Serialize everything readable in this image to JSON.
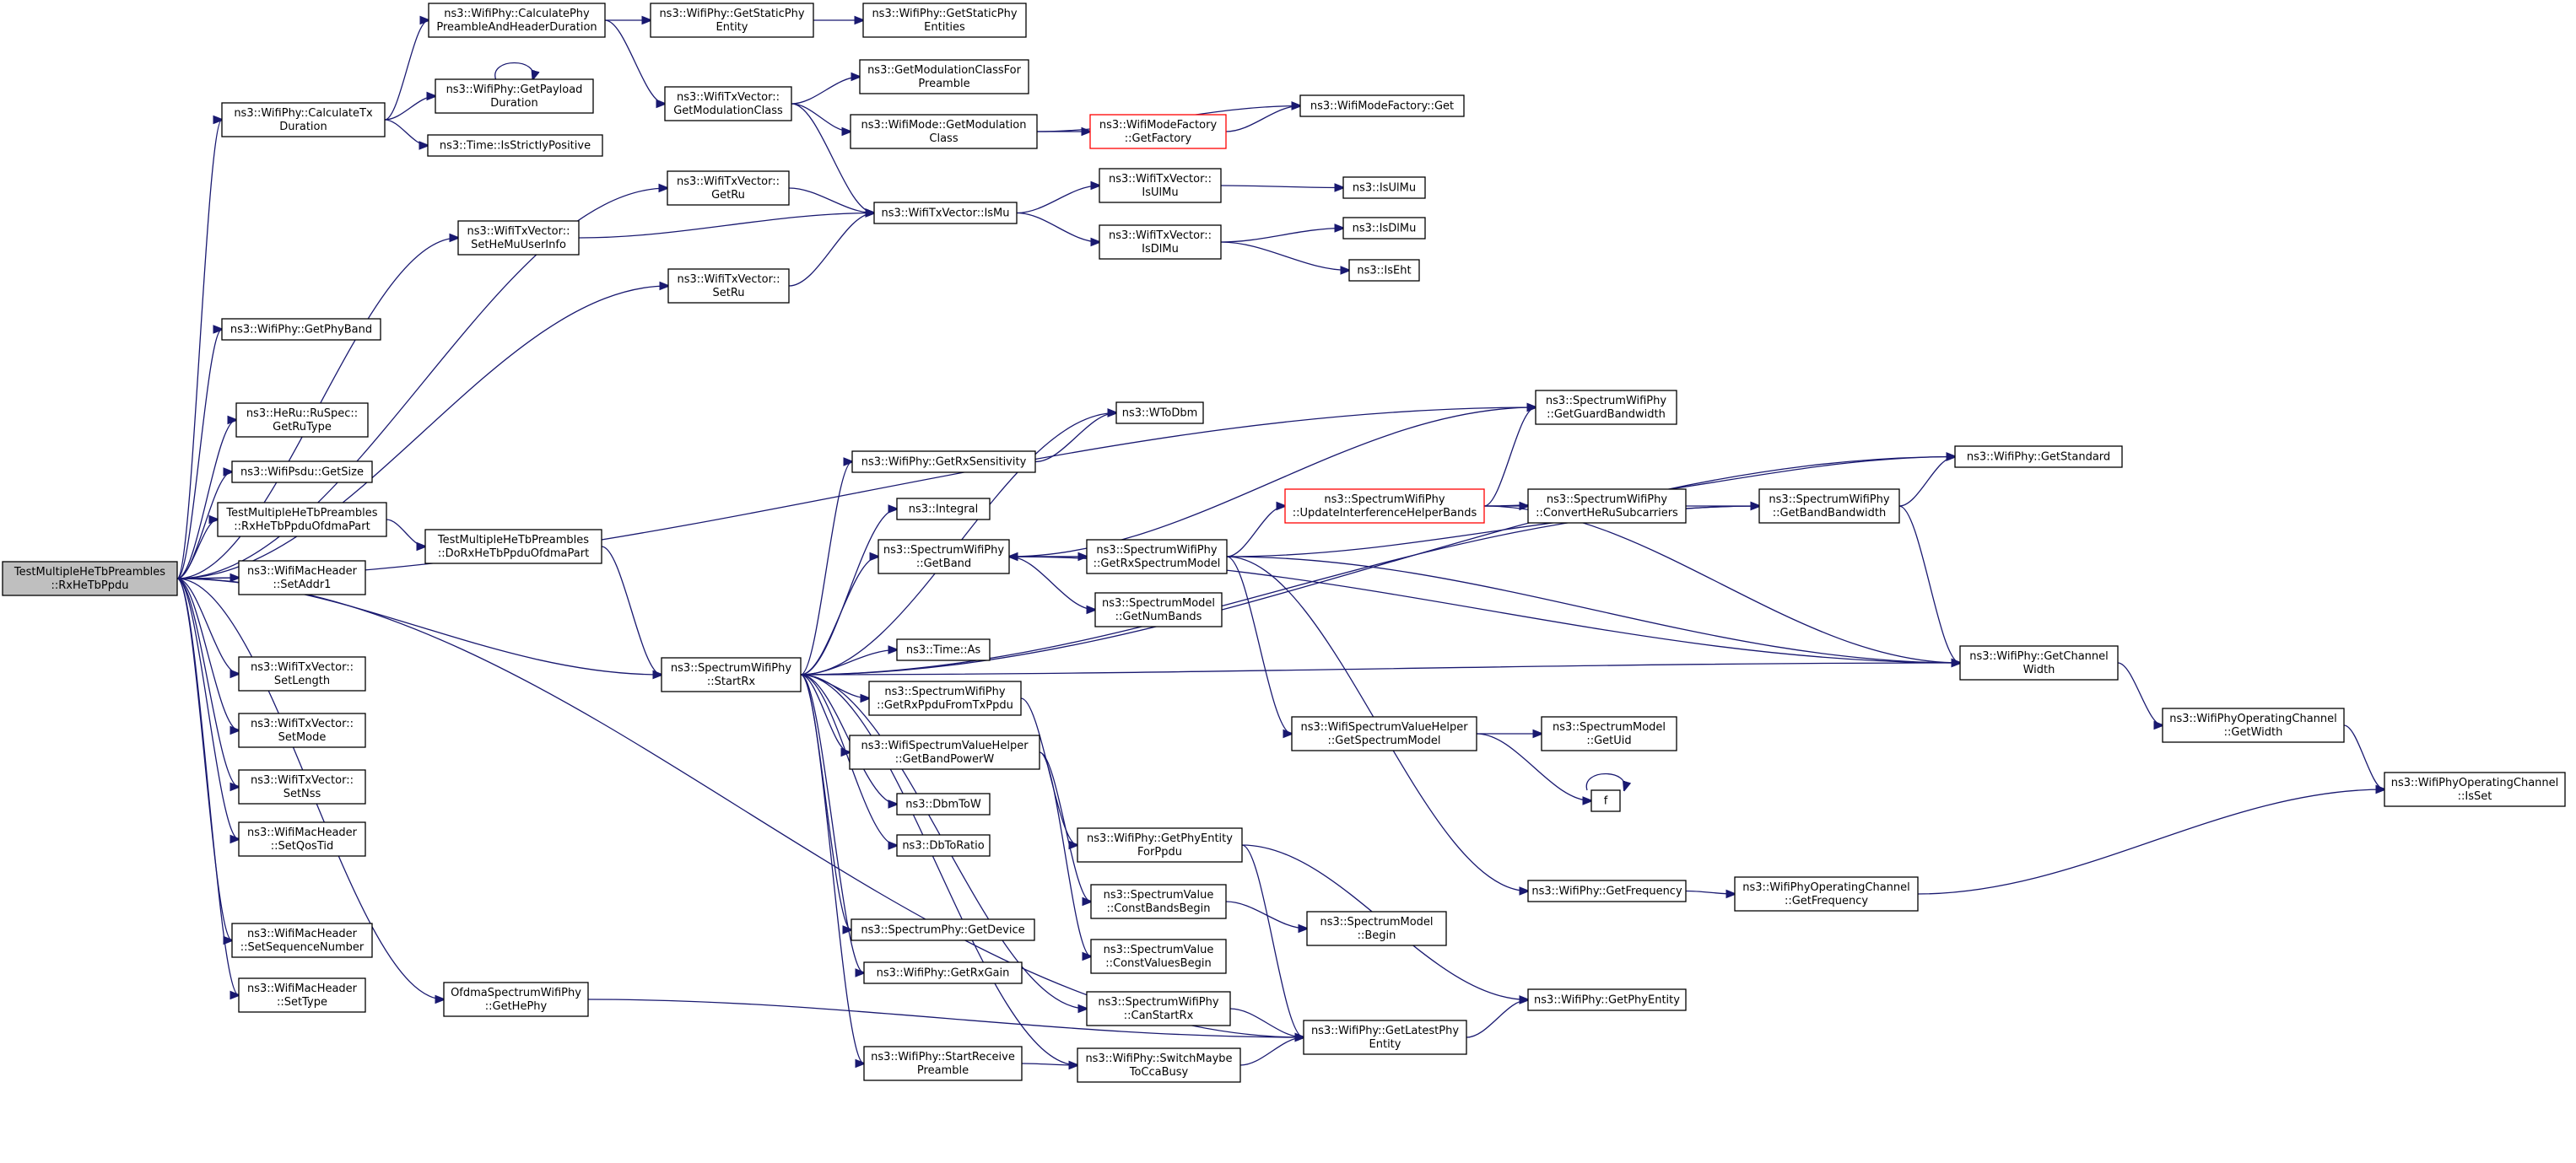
{
  "graph": {
    "root": "root",
    "colors": {
      "edge": "#191970",
      "node_border": "#000000",
      "root_fill": "#bfbfbf",
      "highlight_border": "#ff0000"
    },
    "nodes": [
      {
        "id": "root",
        "lines": [
          "TestMultipleHeTbPreambles",
          "::RxHeTbPpdu"
        ],
        "style": "root"
      },
      {
        "id": "calcTxDur",
        "lines": [
          "ns3::WifiPhy::CalculateTx",
          "Duration"
        ]
      },
      {
        "id": "calcPhyPre",
        "lines": [
          "ns3::WifiPhy::CalculatePhy",
          "PreambleAndHeaderDuration"
        ]
      },
      {
        "id": "getStaticEntity",
        "lines": [
          "ns3::WifiPhy::GetStaticPhy",
          "Entity"
        ]
      },
      {
        "id": "getStaticEntities",
        "lines": [
          "ns3::WifiPhy::GetStaticPhy",
          "Entities"
        ]
      },
      {
        "id": "getPayloadDur",
        "lines": [
          "ns3::WifiPhy::GetPayload",
          "Duration"
        ]
      },
      {
        "id": "isStrictlyPos",
        "lines": [
          "ns3::Time::IsStrictlyPositive"
        ]
      },
      {
        "id": "getModClassTx",
        "lines": [
          "ns3::WifiTxVector::",
          "GetModulationClass"
        ]
      },
      {
        "id": "getModClassForPre",
        "lines": [
          "ns3::GetModulationClassFor",
          "Preamble"
        ]
      },
      {
        "id": "wifiModeGetModClass",
        "lines": [
          "ns3::WifiMode::GetModulation",
          "Class"
        ]
      },
      {
        "id": "wifiModeFactoryGetFactory",
        "lines": [
          "ns3::WifiModeFactory",
          "::GetFactory"
        ],
        "style": "red"
      },
      {
        "id": "wifiModeFactoryGet",
        "lines": [
          "ns3::WifiModeFactory::Get"
        ]
      },
      {
        "id": "getRu",
        "lines": [
          "ns3::WifiTxVector::",
          "GetRu"
        ]
      },
      {
        "id": "isMu",
        "lines": [
          "ns3::WifiTxVector::IsMu"
        ]
      },
      {
        "id": "isUlMuTx",
        "lines": [
          "ns3::WifiTxVector::",
          "IsUlMu"
        ]
      },
      {
        "id": "isUlMu",
        "lines": [
          "ns3::IsUlMu"
        ]
      },
      {
        "id": "isDlMuTx",
        "lines": [
          "ns3::WifiTxVector::",
          "IsDlMu"
        ]
      },
      {
        "id": "isDlMu",
        "lines": [
          "ns3::IsDlMu"
        ]
      },
      {
        "id": "isEht",
        "lines": [
          "ns3::IsEht"
        ]
      },
      {
        "id": "setHeMuUserInfo",
        "lines": [
          "ns3::WifiTxVector::",
          "SetHeMuUserInfo"
        ]
      },
      {
        "id": "setRu",
        "lines": [
          "ns3::WifiTxVector::",
          "SetRu"
        ]
      },
      {
        "id": "getPhyBand",
        "lines": [
          "ns3::WifiPhy::GetPhyBand"
        ]
      },
      {
        "id": "getRuType",
        "lines": [
          "ns3::HeRu::RuSpec::",
          "GetRuType"
        ]
      },
      {
        "id": "psduGetSize",
        "lines": [
          "ns3::WifiPsdu::GetSize"
        ]
      },
      {
        "id": "rxHeTbOfdma",
        "lines": [
          "TestMultipleHeTbPreambles",
          "::RxHeTbPpduOfdmaPart"
        ]
      },
      {
        "id": "doRxHeTbOfdma",
        "lines": [
          "TestMultipleHeTbPreambles",
          "::DoRxHeTbPpduOfdmaPart"
        ]
      },
      {
        "id": "setAddr1",
        "lines": [
          "ns3::WifiMacHeader",
          "::SetAddr1"
        ]
      },
      {
        "id": "startRx",
        "lines": [
          "ns3::SpectrumWifiPhy",
          "::StartRx"
        ]
      },
      {
        "id": "setLength",
        "lines": [
          "ns3::WifiTxVector::",
          "SetLength"
        ]
      },
      {
        "id": "setMode",
        "lines": [
          "ns3::WifiTxVector::",
          "SetMode"
        ]
      },
      {
        "id": "setNss",
        "lines": [
          "ns3::WifiTxVector::",
          "SetNss"
        ]
      },
      {
        "id": "setQosTid",
        "lines": [
          "ns3::WifiMacHeader",
          "::SetQosTid"
        ]
      },
      {
        "id": "setSeqNum",
        "lines": [
          "ns3::WifiMacHeader",
          "::SetSequenceNumber"
        ]
      },
      {
        "id": "setType",
        "lines": [
          "ns3::WifiMacHeader",
          "::SetType"
        ]
      },
      {
        "id": "ofdmaGetHePhy",
        "lines": [
          "OfdmaSpectrumWifiPhy",
          "::GetHePhy"
        ]
      },
      {
        "id": "wToDbm",
        "lines": [
          "ns3::WToDbm"
        ]
      },
      {
        "id": "getRxSens",
        "lines": [
          "ns3::WifiPhy::GetRxSensitivity"
        ]
      },
      {
        "id": "integral",
        "lines": [
          "ns3::Integral"
        ]
      },
      {
        "id": "getBand",
        "lines": [
          "ns3::SpectrumWifiPhy",
          "::GetBand"
        ]
      },
      {
        "id": "getRxSpecModel",
        "lines": [
          "ns3::SpectrumWifiPhy",
          "::GetRxSpectrumModel"
        ]
      },
      {
        "id": "getNumBands",
        "lines": [
          "ns3::SpectrumModel",
          "::GetNumBands"
        ]
      },
      {
        "id": "updateIntf",
        "lines": [
          "ns3::SpectrumWifiPhy",
          "::UpdateInterferenceHelperBands"
        ],
        "style": "red"
      },
      {
        "id": "getGuardBw",
        "lines": [
          "ns3::SpectrumWifiPhy",
          "::GetGuardBandwidth"
        ]
      },
      {
        "id": "convertHeRu",
        "lines": [
          "ns3::SpectrumWifiPhy",
          "::ConvertHeRuSubcarriers"
        ]
      },
      {
        "id": "getBandBw",
        "lines": [
          "ns3::SpectrumWifiPhy",
          "::GetBandBandwidth"
        ]
      },
      {
        "id": "getStandard",
        "lines": [
          "ns3::WifiPhy::GetStandard"
        ]
      },
      {
        "id": "getChannelWidth",
        "lines": [
          "ns3::WifiPhy::GetChannel",
          "Width"
        ]
      },
      {
        "id": "opChGetWidth",
        "lines": [
          "ns3::WifiPhyOperatingChannel",
          "::GetWidth"
        ]
      },
      {
        "id": "opChIsSet",
        "lines": [
          "ns3::WifiPhyOperatingChannel",
          "::IsSet"
        ]
      },
      {
        "id": "timeAs",
        "lines": [
          "ns3::Time::As"
        ]
      },
      {
        "id": "getRxPpdu",
        "lines": [
          "ns3::SpectrumWifiPhy",
          "::GetRxPpduFromTxPpdu"
        ]
      },
      {
        "id": "getBandPowerW",
        "lines": [
          "ns3::WifiSpectrumValueHelper",
          "::GetBandPowerW"
        ]
      },
      {
        "id": "getSpecModelHelper",
        "lines": [
          "ns3::WifiSpectrumValueHelper",
          "::GetSpectrumModel"
        ]
      },
      {
        "id": "getUid",
        "lines": [
          "ns3::SpectrumModel",
          "::GetUid"
        ]
      },
      {
        "id": "fNode",
        "lines": [
          "f"
        ]
      },
      {
        "id": "dbmToW",
        "lines": [
          "ns3::DbmToW"
        ]
      },
      {
        "id": "dbToRatio",
        "lines": [
          "ns3::DbToRatio"
        ]
      },
      {
        "id": "getPhyEntityForPpdu",
        "lines": [
          "ns3::WifiPhy::GetPhyEntity",
          "ForPpdu"
        ]
      },
      {
        "id": "constBandsBegin",
        "lines": [
          "ns3::SpectrumValue",
          "::ConstBandsBegin"
        ]
      },
      {
        "id": "specModelBegin",
        "lines": [
          "ns3::SpectrumModel",
          "::Begin"
        ]
      },
      {
        "id": "constValuesBegin",
        "lines": [
          "ns3::SpectrumValue",
          "::ConstValuesBegin"
        ]
      },
      {
        "id": "getFrequency",
        "lines": [
          "ns3::WifiPhy::GetFrequency"
        ]
      },
      {
        "id": "opChGetFreq",
        "lines": [
          "ns3::WifiPhyOperatingChannel",
          "::GetFrequency"
        ]
      },
      {
        "id": "specPhyGetDevice",
        "lines": [
          "ns3::SpectrumPhy::GetDevice"
        ]
      },
      {
        "id": "getRxGain",
        "lines": [
          "ns3::WifiPhy::GetRxGain"
        ]
      },
      {
        "id": "canStartRx",
        "lines": [
          "ns3::SpectrumWifiPhy",
          "::CanStartRx"
        ]
      },
      {
        "id": "getPhyEntity",
        "lines": [
          "ns3::WifiPhy::GetPhyEntity"
        ]
      },
      {
        "id": "getLatestPhyEntity",
        "lines": [
          "ns3::WifiPhy::GetLatestPhy",
          "Entity"
        ]
      },
      {
        "id": "startRecvPre",
        "lines": [
          "ns3::WifiPhy::StartReceive",
          "Preamble"
        ]
      },
      {
        "id": "switchMaybeCca",
        "lines": [
          "ns3::WifiPhy::SwitchMaybe",
          "ToCcaBusy"
        ]
      }
    ],
    "edges": [
      [
        "root",
        "calcTxDur"
      ],
      [
        "root",
        "getRu"
      ],
      [
        "root",
        "setHeMuUserInfo"
      ],
      [
        "root",
        "setRu"
      ],
      [
        "root",
        "getPhyBand"
      ],
      [
        "root",
        "getGuardBw"
      ],
      [
        "root",
        "getRuType"
      ],
      [
        "root",
        "psduGetSize"
      ],
      [
        "root",
        "rxHeTbOfdma"
      ],
      [
        "root",
        "setAddr1"
      ],
      [
        "root",
        "startRx"
      ],
      [
        "root",
        "setLength"
      ],
      [
        "root",
        "setMode"
      ],
      [
        "root",
        "setNss"
      ],
      [
        "root",
        "setQosTid"
      ],
      [
        "root",
        "setSeqNum"
      ],
      [
        "root",
        "setType"
      ],
      [
        "root",
        "ofdmaGetHePhy"
      ],
      [
        "root",
        "getLatestPhyEntity"
      ],
      [
        "calcTxDur",
        "calcPhyPre"
      ],
      [
        "calcTxDur",
        "getPayloadDur"
      ],
      [
        "calcTxDur",
        "isStrictlyPos"
      ],
      [
        "calcPhyPre",
        "getStaticEntity"
      ],
      [
        "calcPhyPre",
        "getModClassTx"
      ],
      [
        "getStaticEntity",
        "getStaticEntities"
      ],
      [
        "getPayloadDur",
        "getPayloadDur"
      ],
      [
        "getModClassTx",
        "getModClassForPre"
      ],
      [
        "getModClassTx",
        "wifiModeGetModClass"
      ],
      [
        "getModClassTx",
        "isMu"
      ],
      [
        "wifiModeGetModClass",
        "wifiModeFactoryGetFactory"
      ],
      [
        "wifiModeGetModClass",
        "wifiModeFactoryGet"
      ],
      [
        "wifiModeFactoryGetFactory",
        "wifiModeFactoryGet"
      ],
      [
        "getRu",
        "isMu"
      ],
      [
        "setHeMuUserInfo",
        "isMu"
      ],
      [
        "setRu",
        "isMu"
      ],
      [
        "isMu",
        "isUlMuTx"
      ],
      [
        "isMu",
        "isDlMuTx"
      ],
      [
        "isUlMuTx",
        "isUlMu"
      ],
      [
        "isDlMuTx",
        "isDlMu"
      ],
      [
        "isDlMuTx",
        "isEht"
      ],
      [
        "rxHeTbOfdma",
        "doRxHeTbOfdma"
      ],
      [
        "doRxHeTbOfdma",
        "startRx"
      ],
      [
        "startRx",
        "wToDbm"
      ],
      [
        "startRx",
        "getRxSens"
      ],
      [
        "startRx",
        "integral"
      ],
      [
        "startRx",
        "getBand"
      ],
      [
        "startRx",
        "timeAs"
      ],
      [
        "startRx",
        "getRxPpdu"
      ],
      [
        "startRx",
        "getBandPowerW"
      ],
      [
        "startRx",
        "dbmToW"
      ],
      [
        "startRx",
        "dbToRatio"
      ],
      [
        "startRx",
        "specPhyGetDevice"
      ],
      [
        "startRx",
        "getRxGain"
      ],
      [
        "startRx",
        "canStartRx"
      ],
      [
        "startRx",
        "startRecvPre"
      ],
      [
        "startRx",
        "switchMaybeCca"
      ],
      [
        "startRx",
        "getStandard"
      ],
      [
        "startRx",
        "getBandBw"
      ],
      [
        "startRx",
        "getChannelWidth"
      ],
      [
        "getRxSens",
        "wToDbm"
      ],
      [
        "getBand",
        "getRxSpecModel"
      ],
      [
        "getBand",
        "getNumBands"
      ],
      [
        "getBand",
        "getChannelWidth"
      ],
      [
        "getBand",
        "getGuardBw"
      ],
      [
        "getRxSpecModel",
        "updateIntf"
      ],
      [
        "getRxSpecModel",
        "getBandBw"
      ],
      [
        "getRxSpecModel",
        "getChannelWidth"
      ],
      [
        "getRxSpecModel",
        "getSpecModelHelper"
      ],
      [
        "getRxSpecModel",
        "getFrequency"
      ],
      [
        "getRxSpecModel",
        "getBand"
      ],
      [
        "updateIntf",
        "getGuardBw"
      ],
      [
        "updateIntf",
        "convertHeRu"
      ],
      [
        "updateIntf",
        "getStandard"
      ],
      [
        "updateIntf",
        "getChannelWidth"
      ],
      [
        "convertHeRu",
        "getBandBw"
      ],
      [
        "getBandBw",
        "getStandard"
      ],
      [
        "getBandBw",
        "getChannelWidth"
      ],
      [
        "getChannelWidth",
        "opChGetWidth"
      ],
      [
        "opChGetWidth",
        "opChIsSet"
      ],
      [
        "getSpecModelHelper",
        "getUid"
      ],
      [
        "getSpecModelHelper",
        "fNode"
      ],
      [
        "fNode",
        "fNode"
      ],
      [
        "getFrequency",
        "opChGetFreq"
      ],
      [
        "opChGetFreq",
        "opChIsSet"
      ],
      [
        "getRxPpdu",
        "getPhyEntityForPpdu"
      ],
      [
        "getPhyEntityForPpdu",
        "getPhyEntity"
      ],
      [
        "getPhyEntityForPpdu",
        "getLatestPhyEntity"
      ],
      [
        "getBandPowerW",
        "constBandsBegin"
      ],
      [
        "getBandPowerW",
        "constValuesBegin"
      ],
      [
        "constBandsBegin",
        "specModelBegin"
      ],
      [
        "canStartRx",
        "getLatestPhyEntity"
      ],
      [
        "getLatestPhyEntity",
        "getPhyEntity"
      ],
      [
        "startRecvPre",
        "switchMaybeCca"
      ],
      [
        "switchMaybeCca",
        "getLatestPhyEntity"
      ],
      [
        "ofdmaGetHePhy",
        "getLatestPhyEntity"
      ]
    ]
  }
}
